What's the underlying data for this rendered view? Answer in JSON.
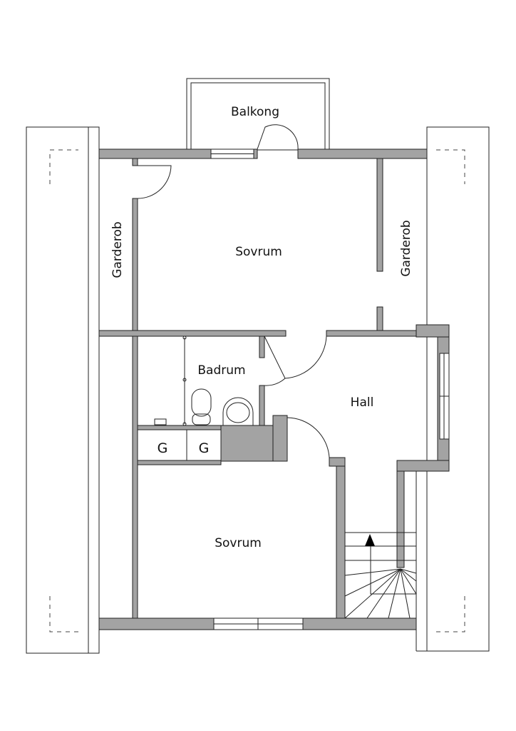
{
  "rooms": {
    "balcony": "Balkong",
    "bedroom_top": "Sovrum",
    "wardrobe_left": "Garderob",
    "wardrobe_right": "Garderob",
    "bathroom": "Badrum",
    "hall": "Hall",
    "bedroom_bottom": "Sovrum",
    "appliance_1": "G",
    "appliance_2": "G"
  },
  "colors": {
    "wall": "#a3a3a3",
    "line": "#222222"
  }
}
